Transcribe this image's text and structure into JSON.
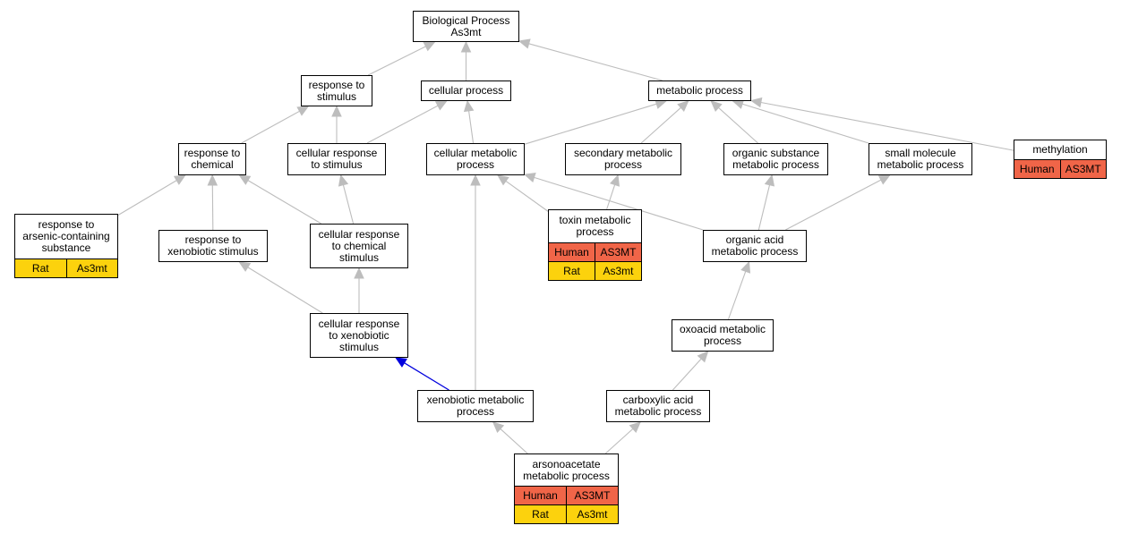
{
  "colors": {
    "edge": "#bdbdbd",
    "edge_highlight": "#0000dd",
    "human": "#f06548",
    "rat": "#fcd20d",
    "node_border": "#000000",
    "node_fill": "#ffffff"
  },
  "nodes": {
    "root": {
      "label": "Biological Process\nAs3mt"
    },
    "response_to_stimulus": {
      "label": "response to\nstimulus"
    },
    "cellular_process": {
      "label": "cellular process"
    },
    "metabolic_process": {
      "label": "metabolic process"
    },
    "response_to_chemical": {
      "label": "response to\nchemical"
    },
    "cellular_response_to_stimulus": {
      "label": "cellular response\nto stimulus"
    },
    "cellular_metabolic_process": {
      "label": "cellular metabolic\nprocess"
    },
    "secondary_metabolic_process": {
      "label": "secondary metabolic\nprocess"
    },
    "organic_substance_metabolic_process": {
      "label": "organic substance\nmetabolic process"
    },
    "small_molecule_metabolic_process": {
      "label": "small molecule\nmetabolic process"
    },
    "methylation": {
      "label": "methylation",
      "rows": [
        {
          "species": "Human",
          "gene": "AS3MT"
        }
      ]
    },
    "response_to_arsenic": {
      "label": "response to\narsenic-containing\nsubstance",
      "rows": [
        {
          "species": "Rat",
          "gene": "As3mt"
        }
      ]
    },
    "response_to_xenobiotic_stimulus": {
      "label": "response to\nxenobiotic stimulus"
    },
    "cellular_response_to_chemical": {
      "label": "cellular response\nto chemical\nstimulus"
    },
    "toxin_metabolic_process": {
      "label": "toxin metabolic\nprocess",
      "rows": [
        {
          "species": "Human",
          "gene": "AS3MT"
        },
        {
          "species": "Rat",
          "gene": "As3mt"
        }
      ]
    },
    "organic_acid_metabolic_process": {
      "label": "organic acid\nmetabolic process"
    },
    "cellular_response_to_xenobiotic": {
      "label": "cellular response\nto xenobiotic\nstimulus"
    },
    "oxoacid_metabolic_process": {
      "label": "oxoacid metabolic\nprocess"
    },
    "xenobiotic_metabolic_process": {
      "label": "xenobiotic metabolic\nprocess"
    },
    "carboxylic_acid_metabolic_process": {
      "label": "carboxylic acid\nmetabolic process"
    },
    "arsonoacetate_metabolic_process": {
      "label": "arsonoacetate\nmetabolic process",
      "rows": [
        {
          "species": "Human",
          "gene": "AS3MT"
        },
        {
          "species": "Rat",
          "gene": "As3mt"
        }
      ]
    }
  },
  "edges": [
    {
      "from": "response_to_stimulus",
      "to": "root"
    },
    {
      "from": "cellular_process",
      "to": "root"
    },
    {
      "from": "metabolic_process",
      "to": "root"
    },
    {
      "from": "response_to_chemical",
      "to": "response_to_stimulus"
    },
    {
      "from": "cellular_response_to_stimulus",
      "to": "response_to_stimulus"
    },
    {
      "from": "cellular_response_to_stimulus",
      "to": "cellular_process"
    },
    {
      "from": "cellular_metabolic_process",
      "to": "cellular_process"
    },
    {
      "from": "cellular_metabolic_process",
      "to": "metabolic_process"
    },
    {
      "from": "secondary_metabolic_process",
      "to": "metabolic_process"
    },
    {
      "from": "organic_substance_metabolic_process",
      "to": "metabolic_process"
    },
    {
      "from": "small_molecule_metabolic_process",
      "to": "metabolic_process"
    },
    {
      "from": "methylation",
      "to": "metabolic_process"
    },
    {
      "from": "response_to_arsenic",
      "to": "response_to_chemical"
    },
    {
      "from": "response_to_xenobiotic_stimulus",
      "to": "response_to_chemical"
    },
    {
      "from": "cellular_response_to_chemical",
      "to": "response_to_chemical"
    },
    {
      "from": "cellular_response_to_chemical",
      "to": "cellular_response_to_stimulus"
    },
    {
      "from": "toxin_metabolic_process",
      "to": "cellular_metabolic_process"
    },
    {
      "from": "toxin_metabolic_process",
      "to": "secondary_metabolic_process"
    },
    {
      "from": "organic_acid_metabolic_process",
      "to": "cellular_metabolic_process"
    },
    {
      "from": "organic_acid_metabolic_process",
      "to": "organic_substance_metabolic_process"
    },
    {
      "from": "organic_acid_metabolic_process",
      "to": "small_molecule_metabolic_process"
    },
    {
      "from": "cellular_response_to_xenobiotic",
      "to": "response_to_xenobiotic_stimulus"
    },
    {
      "from": "cellular_response_to_xenobiotic",
      "to": "cellular_response_to_chemical"
    },
    {
      "from": "oxoacid_metabolic_process",
      "to": "organic_acid_metabolic_process"
    },
    {
      "from": "xenobiotic_metabolic_process",
      "to": "cellular_metabolic_process"
    },
    {
      "from": "xenobiotic_metabolic_process",
      "to": "cellular_response_to_xenobiotic",
      "highlight": true
    },
    {
      "from": "carboxylic_acid_metabolic_process",
      "to": "oxoacid_metabolic_process"
    },
    {
      "from": "arsonoacetate_metabolic_process",
      "to": "xenobiotic_metabolic_process"
    },
    {
      "from": "arsonoacetate_metabolic_process",
      "to": "carboxylic_acid_metabolic_process"
    }
  ]
}
